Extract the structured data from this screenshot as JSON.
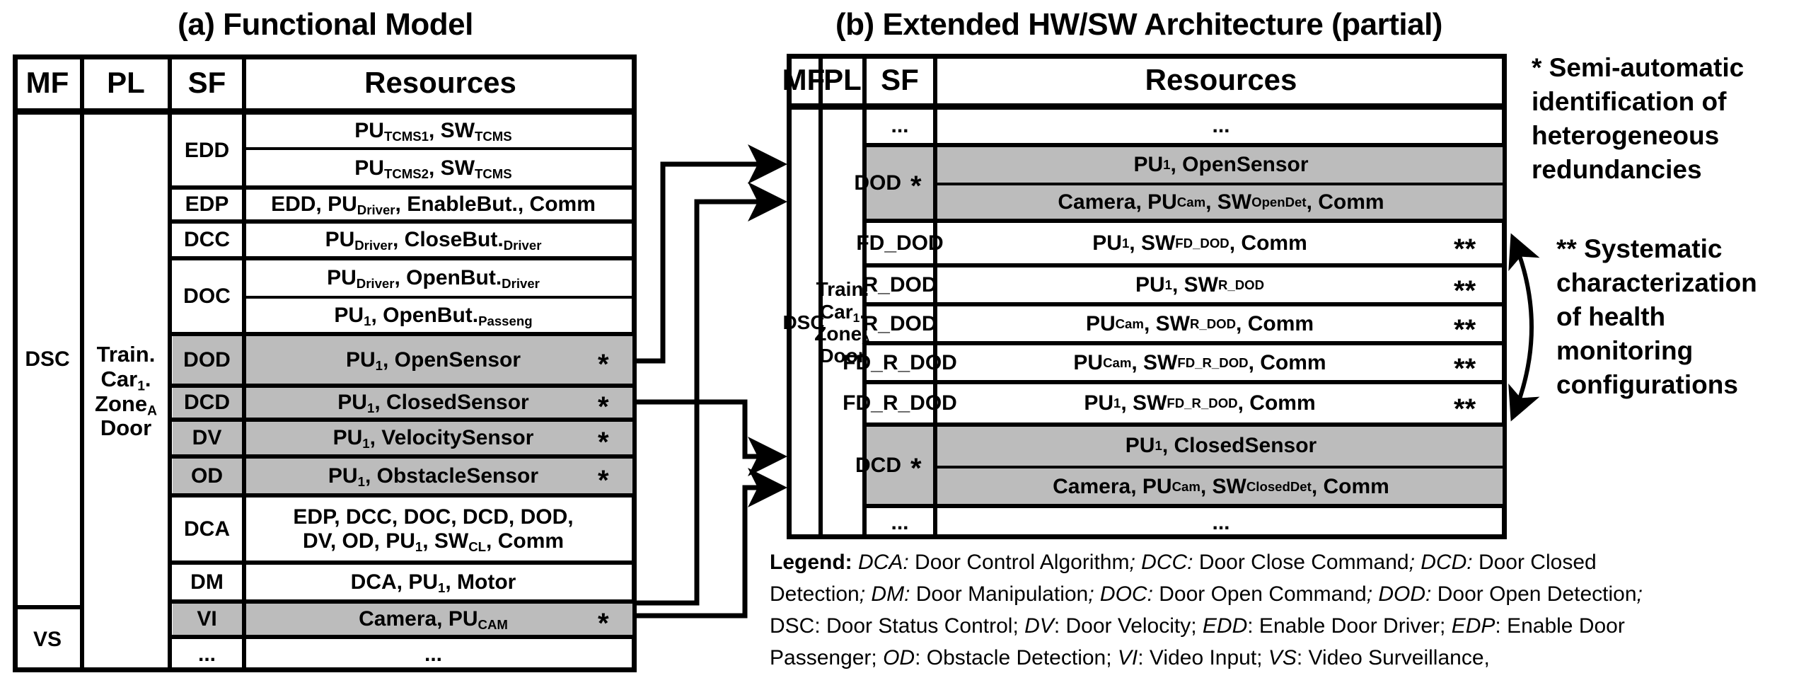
{
  "panel_a": {
    "title": "(a) Functional Model",
    "headers": {
      "mf": "MF",
      "pl": "PL",
      "sf": "SF",
      "resources": "Resources"
    },
    "mf": {
      "dsc": "DSC",
      "vs": "VS"
    },
    "pl": {
      "line1": "Train.",
      "line2": "Car",
      "line2_sub": "1",
      "line2_end": ".",
      "line3": "Zone",
      "line3_sub": "A",
      "line4": "Door"
    },
    "rows": [
      {
        "sf": "EDD",
        "resources": [
          {
            "parts": [
              [
                "PU",
                ""
              ],
              [
                "TCMS1",
                "sub"
              ],
              [
                ", SW",
                ""
              ],
              [
                "TCMS",
                "sub"
              ]
            ]
          },
          {
            "parts": [
              [
                "PU",
                ""
              ],
              [
                "TCMS2",
                "sub"
              ],
              [
                ", SW",
                ""
              ],
              [
                "TCMS",
                "sub"
              ]
            ]
          }
        ],
        "highlighted": false,
        "marker": ""
      },
      {
        "sf": "EDP",
        "resources": [
          {
            "parts": [
              [
                "EDD, PU",
                ""
              ],
              [
                "Driver",
                "sub"
              ],
              [
                ", EnableBut., Comm",
                ""
              ]
            ]
          }
        ],
        "highlighted": false,
        "marker": ""
      },
      {
        "sf": "DCC",
        "resources": [
          {
            "parts": [
              [
                "PU",
                ""
              ],
              [
                "Driver",
                "sub"
              ],
              [
                ", CloseBut.",
                ""
              ],
              [
                "Driver",
                "sub"
              ]
            ]
          }
        ],
        "highlighted": false,
        "marker": ""
      },
      {
        "sf": "DOC",
        "resources": [
          {
            "parts": [
              [
                "PU",
                ""
              ],
              [
                "Driver",
                "sub"
              ],
              [
                ", OpenBut.",
                ""
              ],
              [
                "Driver",
                "sub"
              ]
            ]
          },
          {
            "parts": [
              [
                "PU",
                ""
              ],
              [
                "1",
                "sub"
              ],
              [
                ", OpenBut.",
                ""
              ],
              [
                "Passeng",
                "sub"
              ]
            ]
          }
        ],
        "highlighted": false,
        "marker": ""
      },
      {
        "sf": "DOD",
        "resources": [
          {
            "parts": [
              [
                "PU",
                ""
              ],
              [
                "1",
                "sub"
              ],
              [
                ", OpenSensor",
                ""
              ]
            ]
          }
        ],
        "highlighted": true,
        "marker": "*"
      },
      {
        "sf": "DCD",
        "resources": [
          {
            "parts": [
              [
                "PU",
                ""
              ],
              [
                "1",
                "sub"
              ],
              [
                ", ClosedSensor",
                ""
              ]
            ]
          }
        ],
        "highlighted": true,
        "marker": "*"
      },
      {
        "sf": "DV",
        "resources": [
          {
            "parts": [
              [
                "PU",
                ""
              ],
              [
                "1",
                "sub"
              ],
              [
                ", VelocitySensor",
                ""
              ]
            ]
          }
        ],
        "highlighted": true,
        "marker": "*"
      },
      {
        "sf": "OD",
        "resources": [
          {
            "parts": [
              [
                "PU",
                ""
              ],
              [
                "1",
                "sub"
              ],
              [
                ", ObstacleSensor",
                ""
              ]
            ]
          }
        ],
        "highlighted": true,
        "marker": "*"
      },
      {
        "sf": "DCA",
        "resources": [
          {
            "parts": [
              [
                "EDP, DCC, DOC, DCD, DOD,",
                ""
              ]
            ],
            "line2": [
              [
                "DV, OD, PU",
                ""
              ],
              [
                "1",
                "sub"
              ],
              [
                ", SW",
                ""
              ],
              [
                "CL",
                "sub"
              ],
              [
                ", Comm",
                ""
              ]
            ]
          }
        ],
        "highlighted": false,
        "marker": ""
      },
      {
        "sf": "DM",
        "resources": [
          {
            "parts": [
              [
                "DCA, PU",
                ""
              ],
              [
                "1",
                "sub"
              ],
              [
                ", Motor",
                ""
              ]
            ]
          }
        ],
        "highlighted": false,
        "marker": ""
      },
      {
        "sf": "VI",
        "resources": [
          {
            "parts": [
              [
                "Camera, PU",
                ""
              ],
              [
                "CAM",
                "sub"
              ]
            ]
          }
        ],
        "highlighted": true,
        "marker": "*"
      },
      {
        "sf": "...",
        "resources": [
          {
            "parts": [
              [
                "...",
                ""
              ]
            ]
          }
        ],
        "highlighted": false,
        "marker": ""
      }
    ]
  },
  "panel_b": {
    "title": "(b) Extended HW/SW Architecture (partial)",
    "headers": {
      "mf": "MF",
      "pl": "PL",
      "sf": "SF",
      "resources": "Resources"
    },
    "mf": {
      "dsc": "DSC"
    },
    "pl": {
      "line1": "Train.",
      "line2": "Car",
      "line2_sub": "1",
      "line2_end": ".",
      "line3": "Zone",
      "line3_sub": "A",
      "line4": "Door"
    },
    "rows": [
      {
        "sf": "...",
        "resources": [
          {
            "parts": [
              [
                "...",
                ""
              ]
            ]
          }
        ],
        "highlighted": false,
        "marker": ""
      },
      {
        "sf": "DOD",
        "sf_marker": "*",
        "resources": [
          {
            "parts": [
              [
                "PU",
                ""
              ],
              [
                "1",
                "sub"
              ],
              [
                ", OpenSensor",
                ""
              ]
            ]
          },
          {
            "parts": [
              [
                "Camera, PU",
                ""
              ],
              [
                "Cam",
                "sub"
              ],
              [
                ", SW",
                ""
              ],
              [
                "OpenDet",
                "sub"
              ],
              [
                ", Comm",
                ""
              ]
            ]
          }
        ],
        "highlighted": true,
        "marker": ""
      },
      {
        "sf": "FD_DOD",
        "resources": [
          {
            "parts": [
              [
                "PU",
                ""
              ],
              [
                "1",
                "sub"
              ],
              [
                ", SW",
                ""
              ],
              [
                "FD_DOD",
                "sub"
              ],
              [
                ", Comm",
                ""
              ]
            ]
          }
        ],
        "highlighted": false,
        "marker": "**"
      },
      {
        "sf": "R_DOD",
        "resources": [
          {
            "parts": [
              [
                "PU",
                ""
              ],
              [
                "1",
                "sub"
              ],
              [
                ", SW",
                ""
              ],
              [
                "R_DOD",
                "sub"
              ]
            ]
          }
        ],
        "highlighted": false,
        "marker": "**"
      },
      {
        "sf": "R_DOD",
        "resources": [
          {
            "parts": [
              [
                "PU",
                ""
              ],
              [
                "Cam",
                "sub"
              ],
              [
                ", SW",
                ""
              ],
              [
                "R_DOD",
                "sub"
              ],
              [
                ", Comm",
                ""
              ]
            ]
          }
        ],
        "highlighted": false,
        "marker": "**"
      },
      {
        "sf": "FD_R_DOD",
        "resources": [
          {
            "parts": [
              [
                "PU",
                ""
              ],
              [
                "Cam",
                "sub"
              ],
              [
                ", SW",
                ""
              ],
              [
                "FD_R_DOD",
                "sub"
              ],
              [
                ", Comm",
                ""
              ]
            ]
          }
        ],
        "highlighted": false,
        "marker": "**"
      },
      {
        "sf": "FD_R_DOD",
        "resources": [
          {
            "parts": [
              [
                "PU",
                ""
              ],
              [
                "1",
                "sub"
              ],
              [
                ", SW",
                ""
              ],
              [
                "FD_R_DOD",
                "sub"
              ],
              [
                ", Comm",
                ""
              ]
            ]
          }
        ],
        "highlighted": false,
        "marker": "**"
      },
      {
        "sf": "DCD",
        "sf_marker": "*",
        "resources": [
          {
            "parts": [
              [
                "PU",
                ""
              ],
              [
                "1",
                "sub"
              ],
              [
                ", ClosedSensor",
                ""
              ]
            ]
          },
          {
            "parts": [
              [
                "Camera, PU",
                ""
              ],
              [
                "Cam",
                "sub"
              ],
              [
                ", SW",
                ""
              ],
              [
                "ClosedDet",
                "sub"
              ],
              [
                ", Comm",
                ""
              ]
            ]
          }
        ],
        "highlighted": true,
        "marker": ""
      },
      {
        "sf": "...",
        "resources": [
          {
            "parts": [
              [
                "...",
                ""
              ]
            ]
          }
        ],
        "highlighted": false,
        "marker": ""
      }
    ]
  },
  "notes": {
    "note1": [
      "* Semi-automatic",
      "identification of",
      "heterogeneous",
      "redundancies"
    ],
    "note2": [
      "** Systematic",
      "characterization",
      "of health",
      "monitoring",
      "configurations"
    ]
  },
  "legend": {
    "label": "Legend:",
    "lines": [
      [
        [
          "DCA:",
          "i"
        ],
        [
          " Door Control Algorithm",
          ""
        ],
        [
          "; DCC:",
          "i"
        ],
        [
          " Door Close Command",
          ""
        ],
        [
          "; DCD:",
          "i"
        ],
        [
          " Door Closed",
          ""
        ]
      ],
      [
        [
          "Detection",
          ""
        ],
        [
          "; DM:",
          "i"
        ],
        [
          " Door Manipulation",
          ""
        ],
        [
          ";  DOC:",
          "i"
        ],
        [
          " Door Open Command",
          ""
        ],
        [
          "; DOD:",
          "i"
        ],
        [
          " Door Open Detection",
          ""
        ],
        [
          ";",
          "i"
        ]
      ],
      [
        [
          "DSC",
          ""
        ],
        [
          ": Door Status Control; ",
          ""
        ],
        [
          "DV",
          "i"
        ],
        [
          ": Door Velocity;  ",
          ""
        ],
        [
          "EDD",
          "i"
        ],
        [
          ": Enable Door Driver; ",
          ""
        ],
        [
          "EDP",
          "i"
        ],
        [
          ": Enable Door",
          ""
        ]
      ],
      [
        [
          "Passenger; ",
          ""
        ],
        [
          "OD",
          "i"
        ],
        [
          ": Obstacle Detection; ",
          ""
        ],
        [
          "VI",
          "i"
        ],
        [
          ": Video Input; ",
          ""
        ],
        [
          "VS",
          "i"
        ],
        [
          ": Video Surveillance,",
          ""
        ]
      ]
    ]
  },
  "colors": {
    "highlight": "#bcbcbc",
    "line": "#000000"
  }
}
